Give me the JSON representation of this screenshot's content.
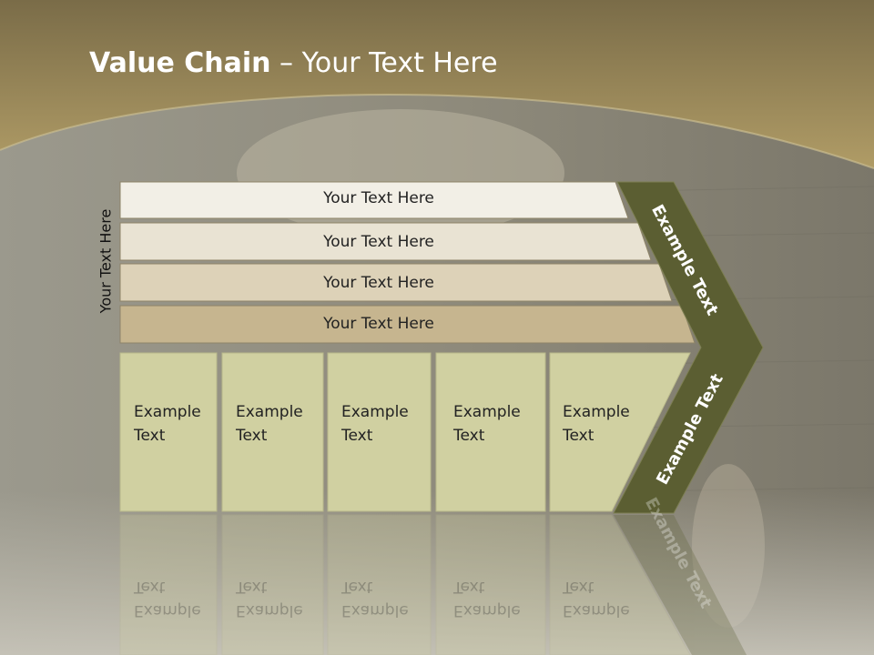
{
  "slide": {
    "title_bold": "Value Chain",
    "title_rest": " – Your Text Here",
    "side_label": "Your Text Here"
  },
  "bars": [
    {
      "label": "Your Text Here",
      "color": "#f2efe6"
    },
    {
      "label": "Your Text Here",
      "color": "#e9e3d3"
    },
    {
      "label": "Your Text Here",
      "color": "#ddd2b8"
    },
    {
      "label": "Your Text Here",
      "color": "#c6b58f"
    }
  ],
  "boxes": [
    {
      "line1": "Example",
      "line2": "Text"
    },
    {
      "line1": "Example",
      "line2": "Text"
    },
    {
      "line1": "Example",
      "line2": "Text"
    },
    {
      "line1": "Example",
      "line2": "Text"
    },
    {
      "line1": "Example",
      "line2": "Text"
    }
  ],
  "chevron": {
    "top_label": "Example Text",
    "bottom_label": "Example Text",
    "color": "#5b5e32"
  },
  "colors": {
    "header": "#a8945f",
    "box": "#d0d0a1",
    "box_border": "#b9b98a"
  }
}
